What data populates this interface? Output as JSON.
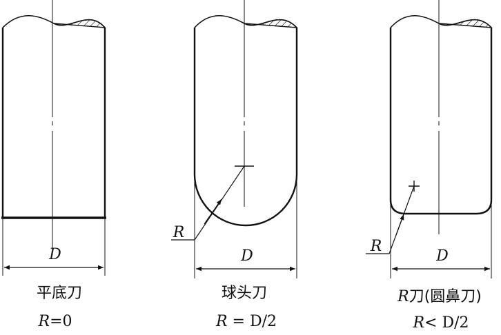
{
  "tools": [
    {
      "name_label": "平底刀",
      "formula": {
        "var": "R",
        "rest": "=0"
      },
      "dimension_label": "D"
    },
    {
      "name_label": "球头刀",
      "formula": {
        "var": "R",
        "rest": " = D/2"
      },
      "dimension_label": "D",
      "radius_label": "R"
    },
    {
      "name_label_var": "R",
      "name_label": "刀(圆鼻刀)",
      "formula": {
        "var": "R",
        "rest": "< D/2"
      },
      "dimension_label": "D",
      "radius_label": "R"
    }
  ],
  "colors": {
    "line": "#111111",
    "background": "#ffffff"
  }
}
